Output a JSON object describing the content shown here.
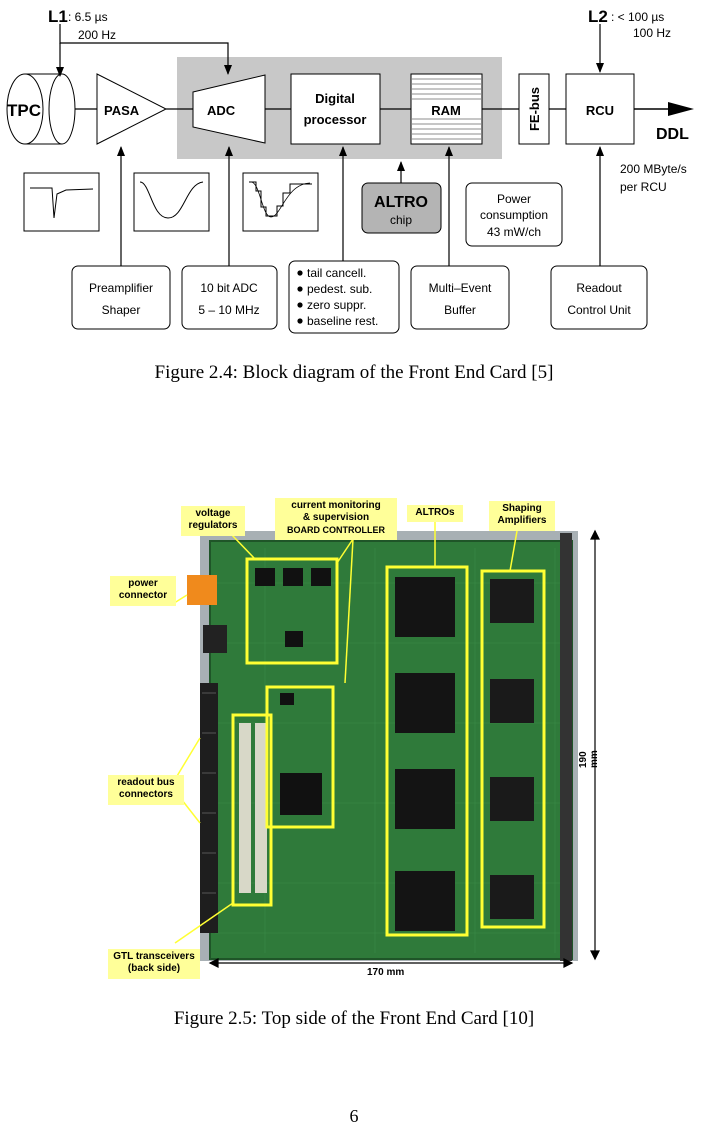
{
  "figure1": {
    "l1_label": "L1",
    "l1_timing": ": 6.5 µs",
    "l1_rate": "200 Hz",
    "l2_label": "L2",
    "l2_timing": ": < 100 µs",
    "l2_rate": "100 Hz",
    "tpc": "TPC",
    "pasa": "PASA",
    "adc": "ADC",
    "digital_line1": "Digital",
    "digital_line2": "processor",
    "ram": "RAM",
    "febus": "FE-bus",
    "rcu": "RCU",
    "ddl": "DDL",
    "ddl_rate_line1": "200 MByte/s",
    "ddl_rate_line2": "per RCU",
    "altro_line1": "ALTRO",
    "altro_line2": "chip",
    "power_line1": "Power",
    "power_line2": "consumption",
    "power_line3": "43 mW/ch",
    "preamp_line1": "Preamplifier",
    "preamp_line2": "Shaper",
    "adcinfo_line1": "10 bit ADC",
    "adcinfo_line2": "5 – 10 MHz",
    "bullets": [
      "tail cancell.",
      "pedest. sub.",
      "zero suppr.",
      "baseline rest."
    ],
    "multievent_line1": "Multi–Event",
    "multievent_line2": "Buffer",
    "readout_line1": "Readout",
    "readout_line2": "Control Unit"
  },
  "caption1": "Figure 2.4: Block diagram of the Front End Card [5]",
  "figure2": {
    "voltage_line1": "voltage",
    "voltage_line2": "regulators",
    "current_line1": "current monitoring",
    "current_line2": "& supervision",
    "current_line3": "BOARD CONTROLLER",
    "altros": "ALTROs",
    "shaping_line1": "Shaping",
    "shaping_line2": "Amplifiers",
    "power_line1": "power",
    "power_line2": "connector",
    "readout_line1": "readout bus",
    "readout_line2": "connectors",
    "gtl_line1": "GTL transceivers",
    "gtl_line2": "(back side)",
    "width_dim": "170 mm",
    "height_dim": "190 mm"
  },
  "caption2": "Figure 2.5: Top side of the Front End Card [10]",
  "page_number": "6",
  "colors": {
    "grey_box": "#c8c8c8",
    "altro_fill": "#b4b4b4",
    "pcb_green": "#2f7a3a",
    "callout_yellow": "#ffff99",
    "highlight": "#ffff33"
  }
}
